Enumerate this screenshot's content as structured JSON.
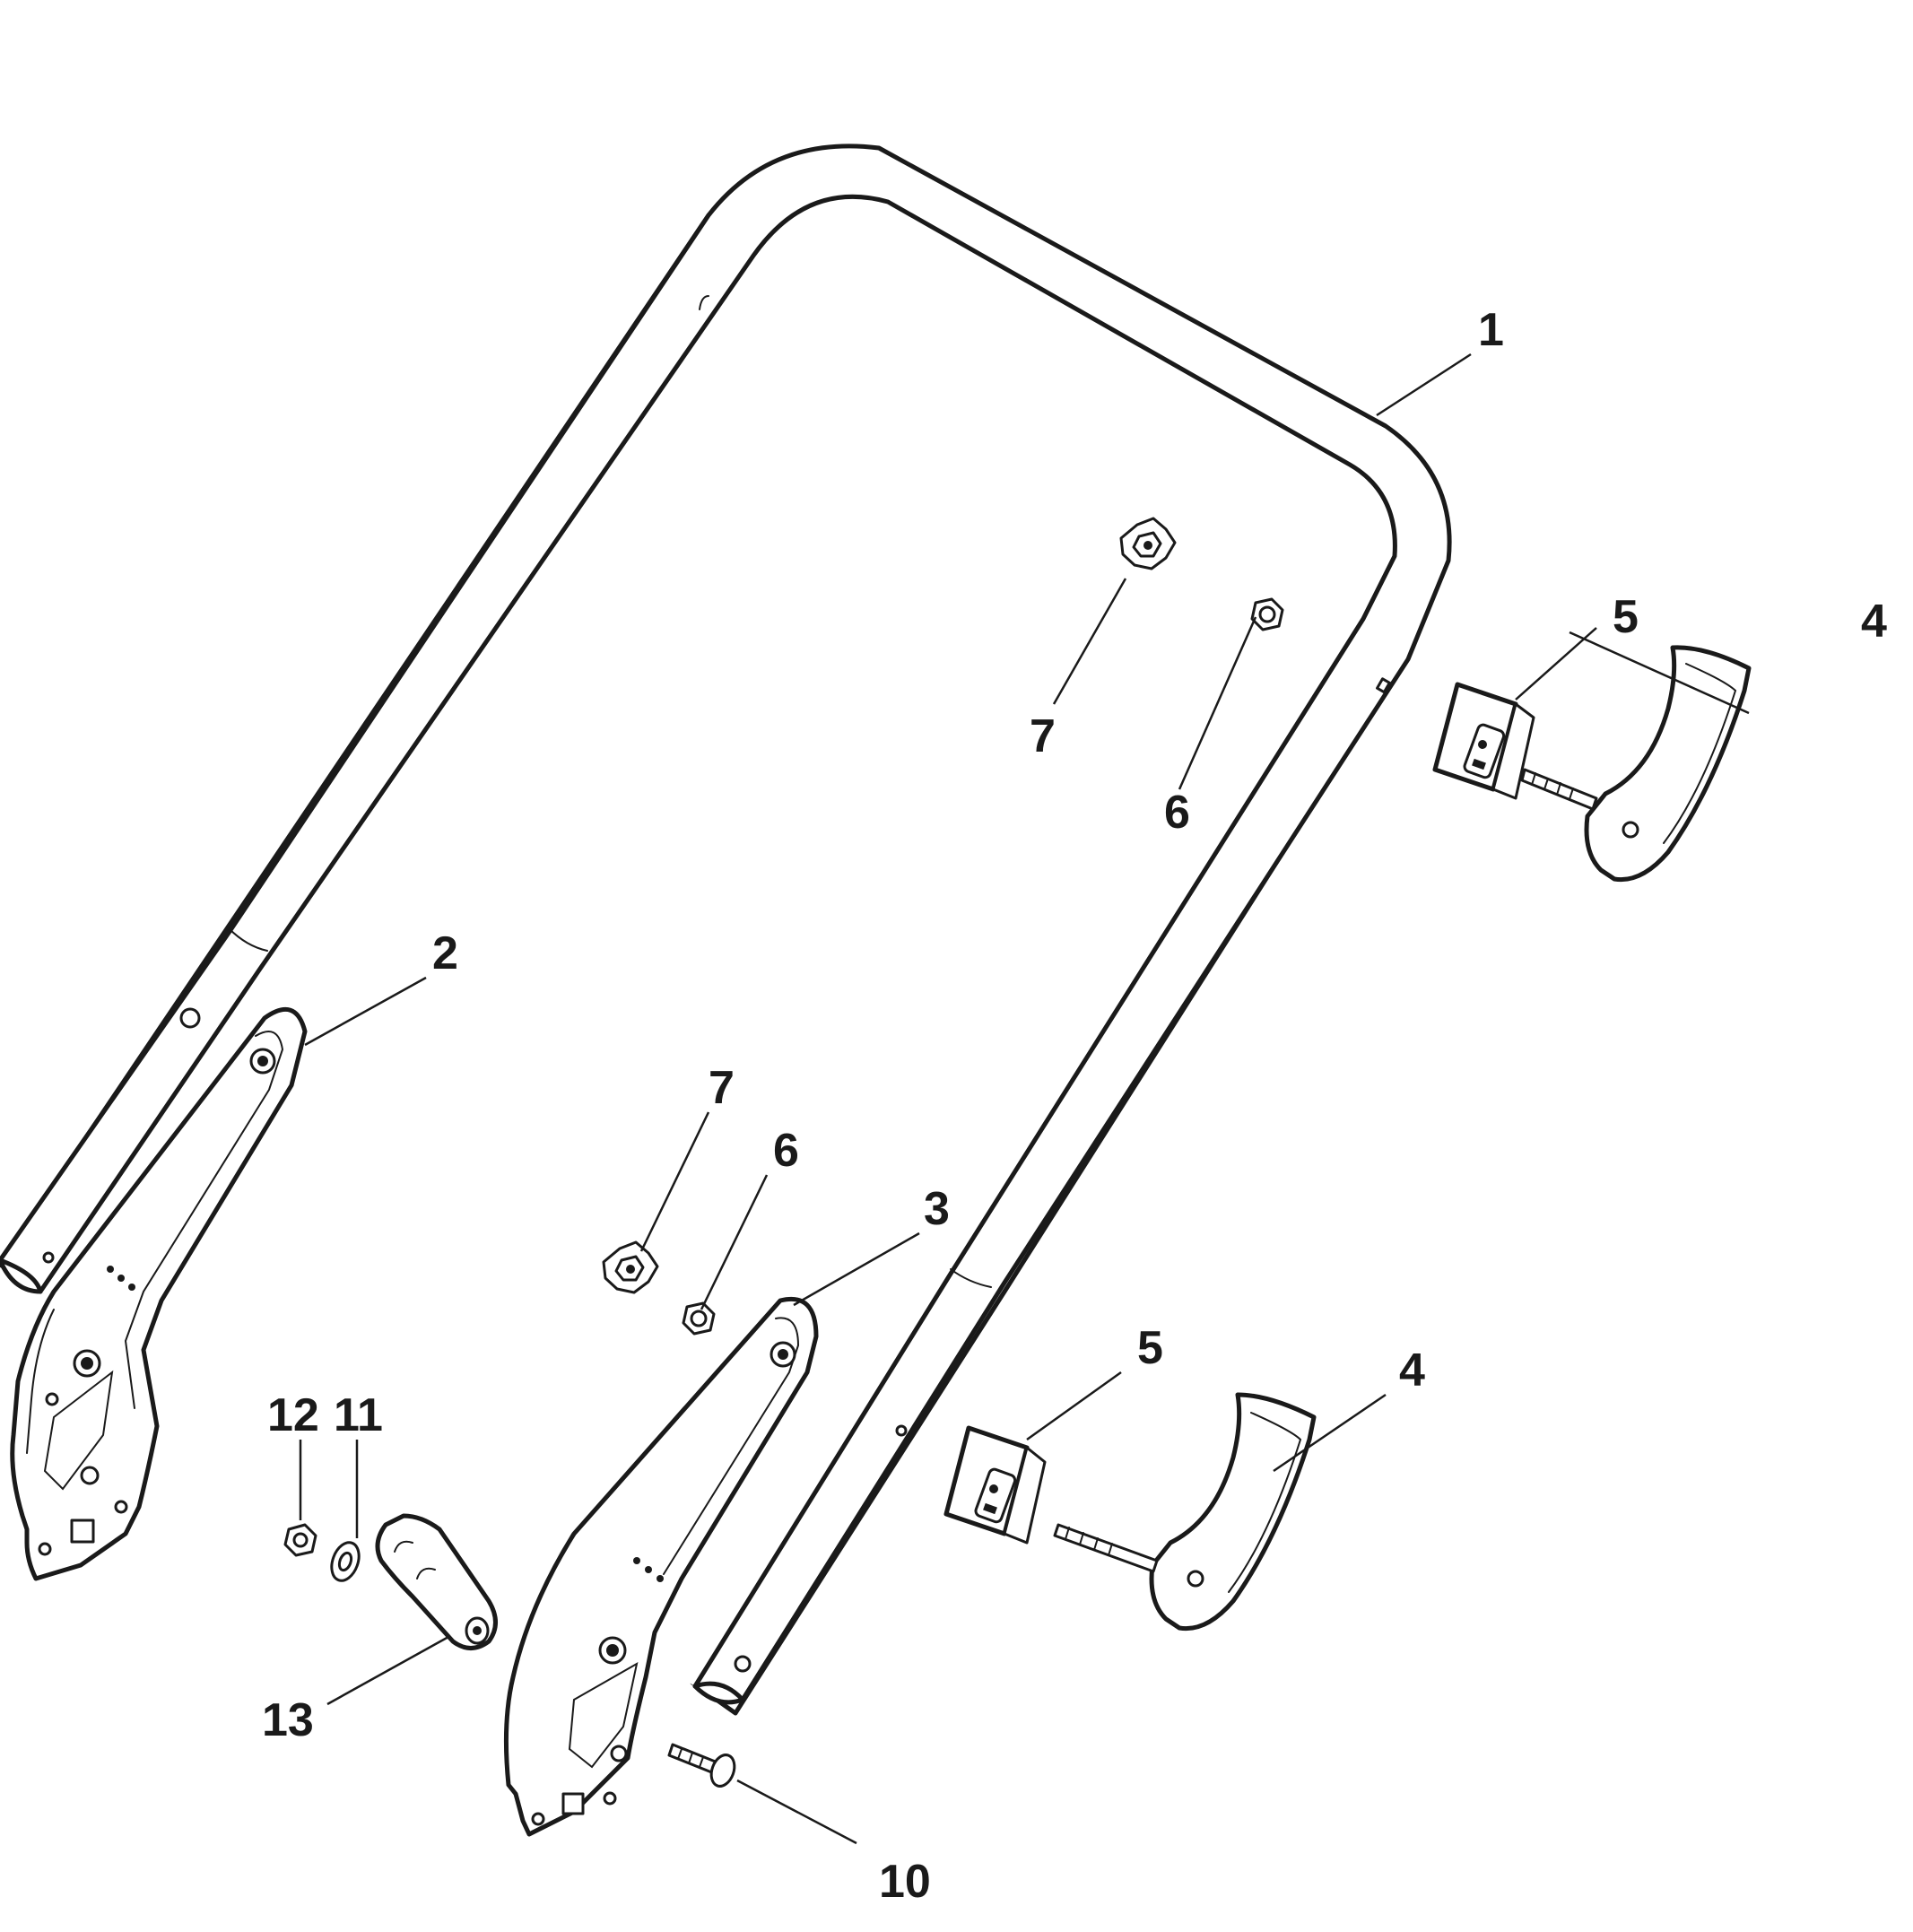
{
  "callouts": [
    {
      "id": "c1",
      "text": "1"
    },
    {
      "id": "c2",
      "text": "2"
    },
    {
      "id": "c3",
      "text": "3"
    },
    {
      "id": "c4a",
      "text": "4"
    },
    {
      "id": "c4b",
      "text": "4"
    },
    {
      "id": "c5a",
      "text": "5"
    },
    {
      "id": "c5b",
      "text": "5"
    },
    {
      "id": "c6a",
      "text": "6"
    },
    {
      "id": "c6b",
      "text": "6"
    },
    {
      "id": "c7a",
      "text": "7"
    },
    {
      "id": "c7b",
      "text": "7"
    },
    {
      "id": "c10",
      "text": "10"
    },
    {
      "id": "c11",
      "text": "11"
    },
    {
      "id": "c12",
      "text": "12"
    },
    {
      "id": "c13",
      "text": "13"
    }
  ]
}
